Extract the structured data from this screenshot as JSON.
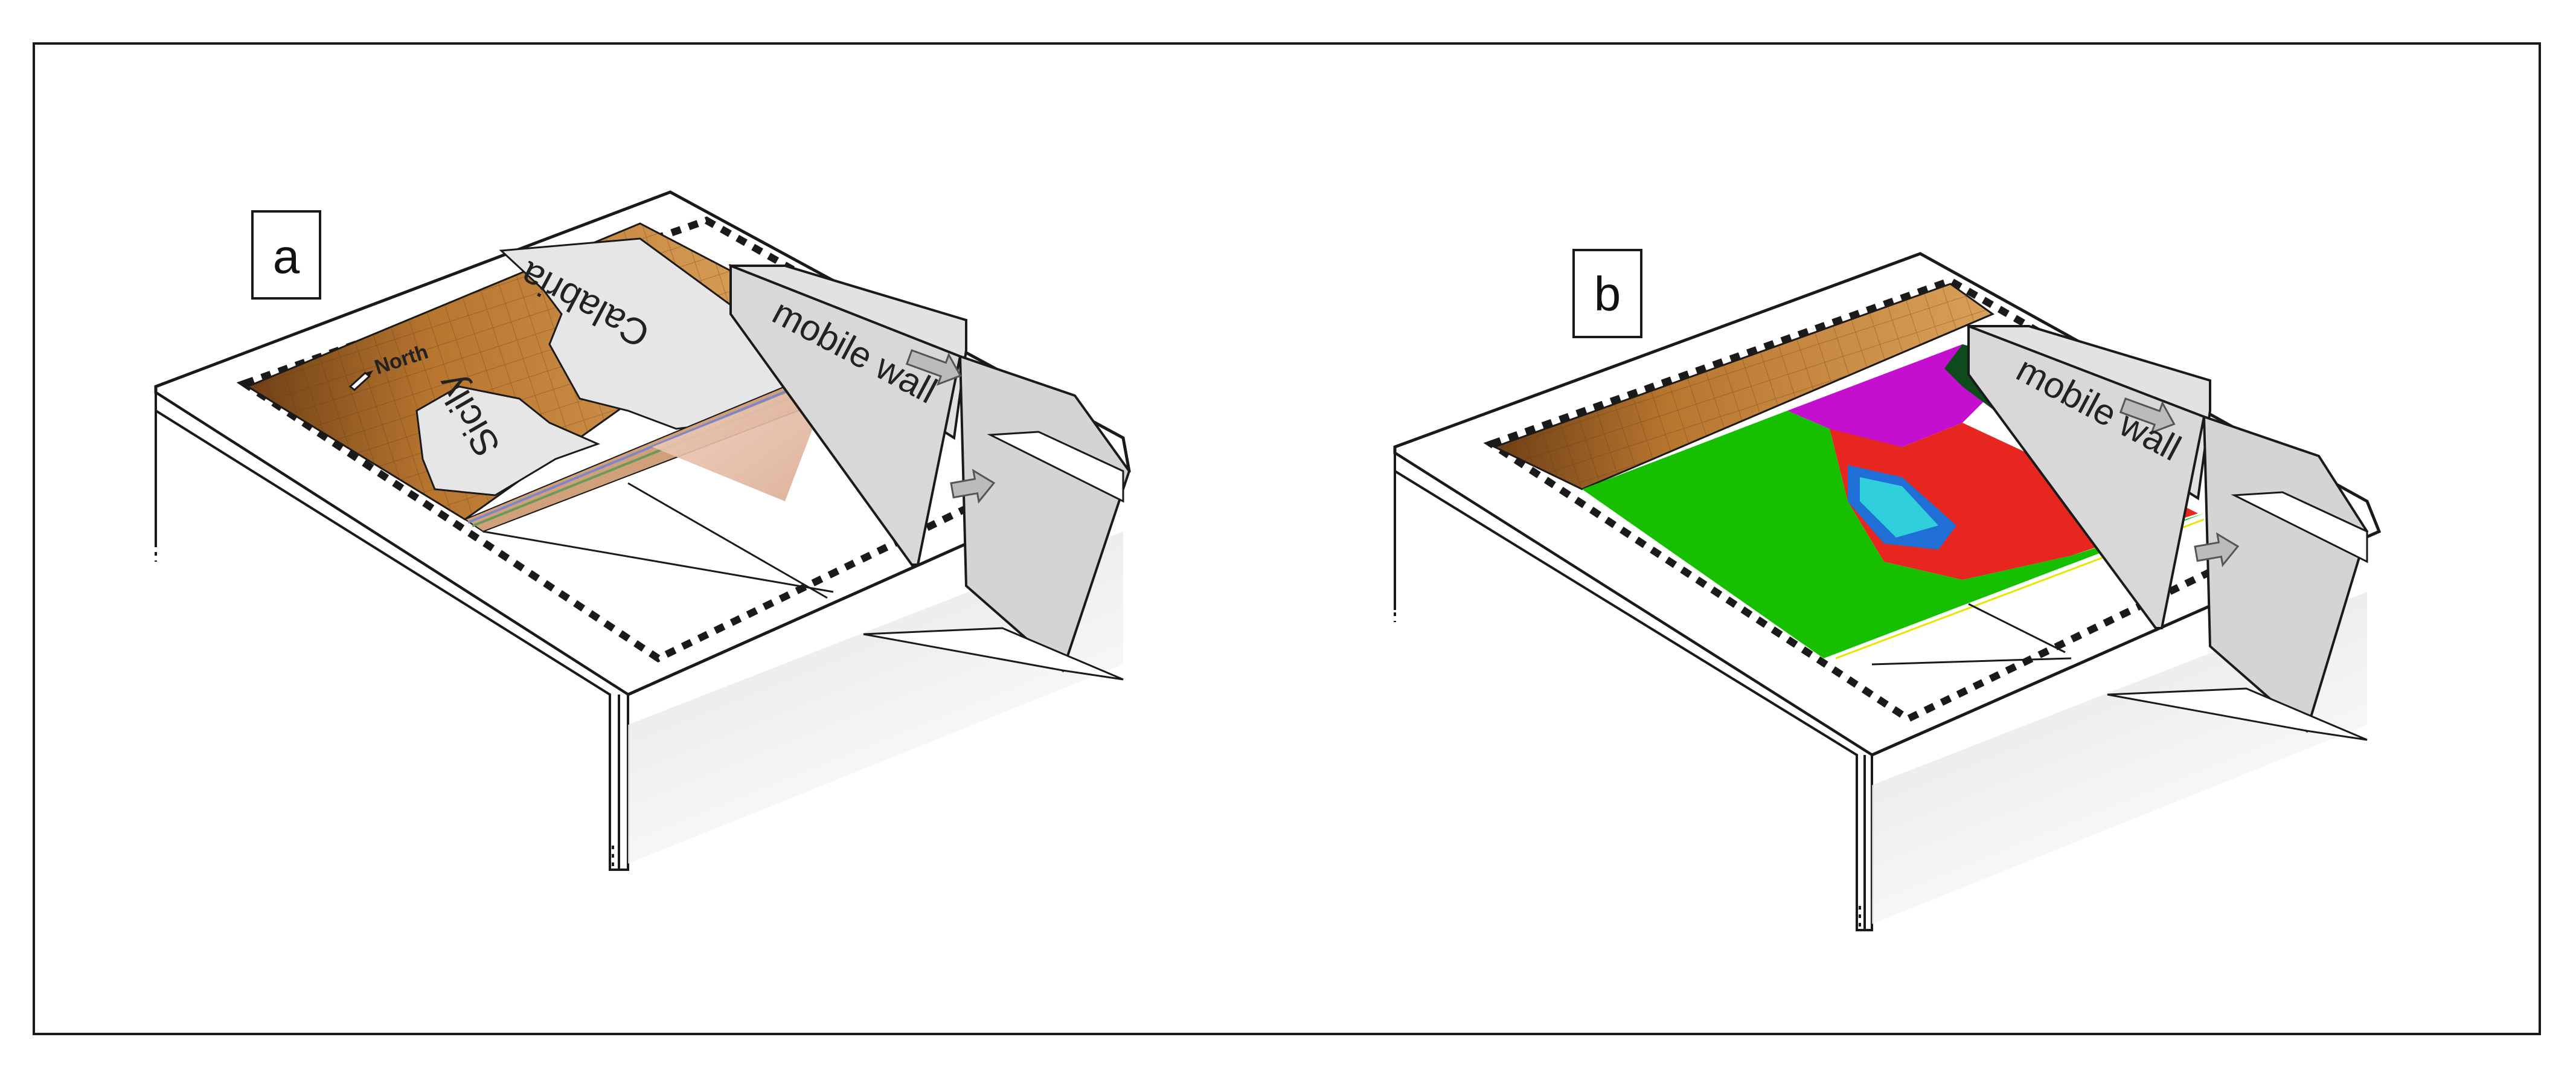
{
  "figure": {
    "panels": [
      {
        "id": "a",
        "label": "a",
        "wall_label": "mobile wall",
        "region_labels": [
          "Calabria",
          "Sicily"
        ],
        "north_label": "North"
      },
      {
        "id": "b",
        "label": "b",
        "wall_label": "mobile wall"
      }
    ]
  },
  "colors": {
    "frame": "#1a1a1a",
    "base_brown_dark": "#7a4a1e",
    "base_brown_light": "#d49a55",
    "plate": "#e6e6e6",
    "wall": "#dcdcdc",
    "result_green": "#16c000",
    "result_red": "#e6261f",
    "result_magenta": "#c40fcf",
    "result_cyan": "#2fd0dc",
    "result_blue": "#1f6fd6",
    "result_darkgreen": "#0d4a1c"
  }
}
